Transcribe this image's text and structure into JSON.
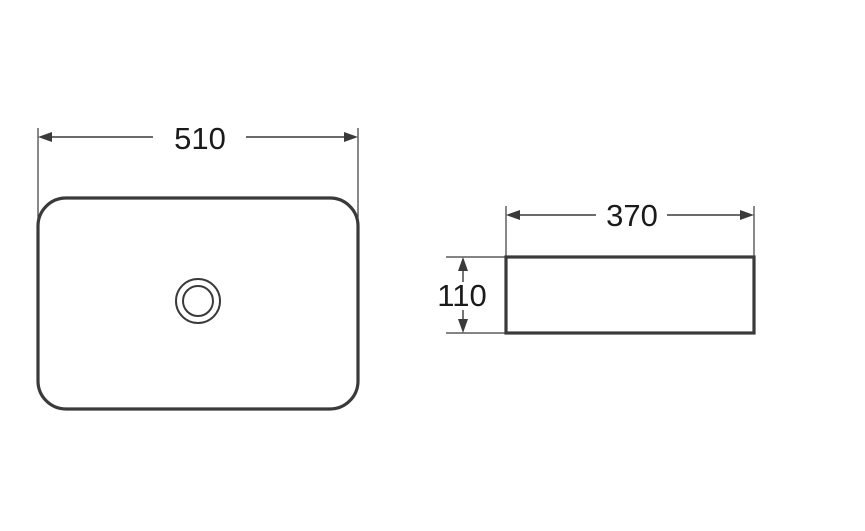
{
  "dimensions": {
    "top_view_width": "510",
    "side_view_width": "370",
    "side_view_height": "110"
  },
  "colors": {
    "line": "#3a3a3a",
    "text": "#1a1a1a",
    "background": "#ffffff"
  }
}
